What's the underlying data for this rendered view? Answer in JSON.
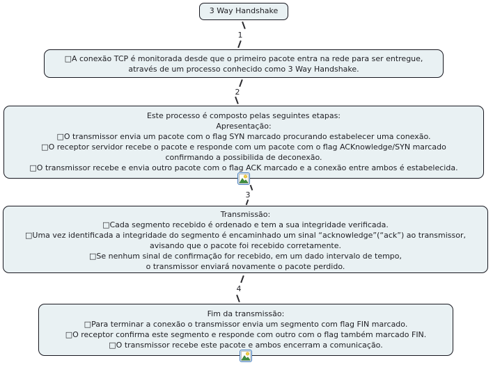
{
  "colors": {
    "node_fill": "#e9f1f3",
    "node_border": "#17171f",
    "text": "#1d1d22",
    "connector_line": "#2a2a2e",
    "image_icon_border": "#4a7ebb"
  },
  "root": {
    "label": "3 Way Handshake"
  },
  "connectors": [
    {
      "number": "1"
    },
    {
      "number": "2"
    },
    {
      "number": "3"
    },
    {
      "number": "4"
    }
  ],
  "nodes": [
    {
      "name": "intro",
      "lines": [
        "□A conexão TCP é monitorada desde que o primeiro pacote entra na rede para ser entregue,",
        "através de um processo conhecido como 3 Way Handshake."
      ]
    },
    {
      "name": "apresentacao",
      "image_icon": "image-placeholder-icon",
      "lines": [
        "Este processo é composto pelas seguintes etapas:",
        "Apresentação:",
        "□O transmissor envia um pacote com o flag SYN marcado procurando estabelecer uma conexão.",
        "□O receptor servidor recebe o pacote e responde com um pacote com o flag ACKnowledge/SYN marcado",
        "confirmando a possibilida de deconexão.",
        "□O transmissor recebe e envia outro pacote com o flag ACK marcado e a conexão entre ambos é estabelecida."
      ]
    },
    {
      "name": "transmissao",
      "lines": [
        "Transmissão:",
        "□Cada segmento recebido é ordenado e tem a sua integridade verificada.",
        "□Uma vez identificada a integridade do segmento é encaminhado um sinal “acknowledge”(“ack”) ao transmissor,",
        "avisando que o pacote foi recebido corretamente.",
        "□Se nenhum sinal de confirmação for recebido, em um dado intervalo de tempo,",
        "o transmissor enviará novamente o pacote perdido."
      ]
    },
    {
      "name": "fim-da-transmissao",
      "image_icon": "image-placeholder-icon",
      "lines": [
        "Fim da transmissão:",
        "□Para terminar a conexão o transmissor envia um segmento com flag FIN marcado.",
        "□O receptor confirma este segmento e responde com outro com o flag também marcado FIN.",
        "□O transmissor recebe este pacote e ambos encerram a comunicação."
      ]
    }
  ]
}
